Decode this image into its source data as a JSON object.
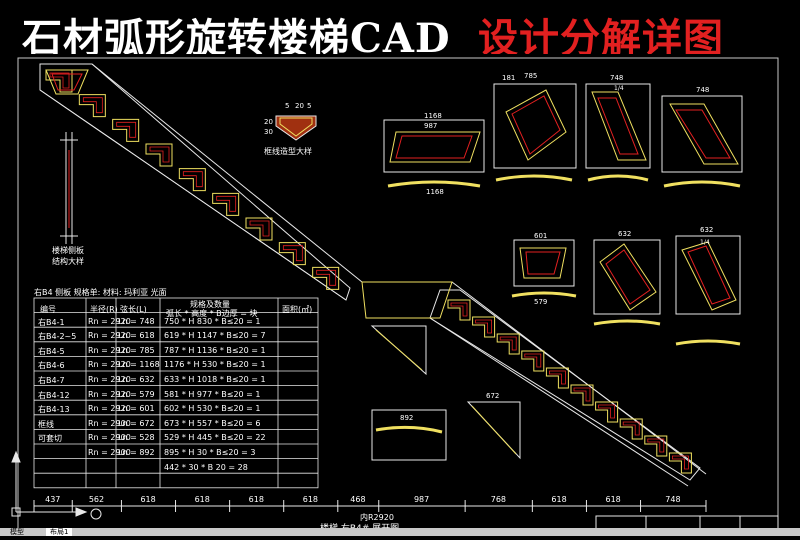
{
  "title": {
    "main": "石材弧形旋转楼梯CAD",
    "accent": "设计分解详图"
  },
  "labels": {
    "edge_detail": [
      "楼梯侧板",
      "结构大样"
    ],
    "profile_sample": "框线造型大样",
    "section_title": "右B4 侧板 规格单: 材料: 玛利亚 光面",
    "bottom_caption": "楼梯 右B4# 展开图",
    "radius_label": "内R2920",
    "profile_dims": [
      "5",
      "20",
      "5",
      "20",
      "30"
    ]
  },
  "table": {
    "headers": [
      "编号",
      "半径(R)",
      "弦长(L)",
      "规格及数量",
      "面积(㎡)"
    ],
    "subheader": "弧长 * 高度 * B边厚 = 块",
    "rows": [
      {
        "id": "右B4-1",
        "r": "Rn = 2920",
        "l": "Ln = 748",
        "spec": "750 * H 830 * B≤20 = 1"
      },
      {
        "id": "右B4-2~5",
        "r": "Rn = 2920",
        "l": "Ln = 618",
        "spec": "619 * H 1147 * B≤20 = 7"
      },
      {
        "id": "右B4-5",
        "r": "Rn = 2920",
        "l": "Ln = 785",
        "spec": "787 * H 1136 * B≤20 = 1"
      },
      {
        "id": "右B4-6",
        "r": "Rn = 2920",
        "l": "Ln = 1168",
        "spec": "1176 * H 530 * B≤20 = 1"
      },
      {
        "id": "右B4-7",
        "r": "Rn = 2920",
        "l": "Ln = 632",
        "spec": "633 * H 1018 * B≤20 = 1"
      },
      {
        "id": "右B4-12",
        "r": "Rn = 2920",
        "l": "Ln = 579",
        "spec": "581 * H 977 * B≤20 = 1"
      },
      {
        "id": "右B4-13",
        "r": "Rn = 2920",
        "l": "Ln = 601",
        "spec": "602 * H 530 * B≤20 = 1"
      },
      {
        "id": "框线",
        "r": "Rn = 2900",
        "l": "Ln = 672",
        "spec": "673 * H 557 * B≤20 = 6"
      },
      {
        "id": "可套切",
        "r": "Rn = 2900",
        "l": "Ln = 528",
        "spec": "529 * H 445 * B≤20 = 22"
      },
      {
        "id": "",
        "r": "Rn = 2900",
        "l": "Ln = 892",
        "spec": "895 * H 30 * B≤20 = 3"
      },
      {
        "id": "",
        "r": "",
        "l": "",
        "spec": "442 * 30 * B 20 = 28"
      }
    ]
  },
  "dimensions": [
    "437",
    "562",
    "618",
    "618",
    "618",
    "618",
    "468",
    "987",
    "768",
    "618",
    "618",
    "748"
  ],
  "part_dims": {
    "a": [
      "1168",
      "987",
      "1168"
    ],
    "b": [
      "785",
      "181"
    ],
    "c": [
      "748",
      "1/4"
    ],
    "d": [
      "601",
      "579"
    ],
    "e": [
      "632",
      "1/4"
    ],
    "f": [
      "892"
    ],
    "g": [
      "672"
    ]
  },
  "tabs": [
    "模型",
    "布局1"
  ],
  "colors": {
    "red": "#e22020",
    "yellow": "#f0e060",
    "cyan": "#40c0e0",
    "white": "#ffffff",
    "green": "#40e040"
  }
}
